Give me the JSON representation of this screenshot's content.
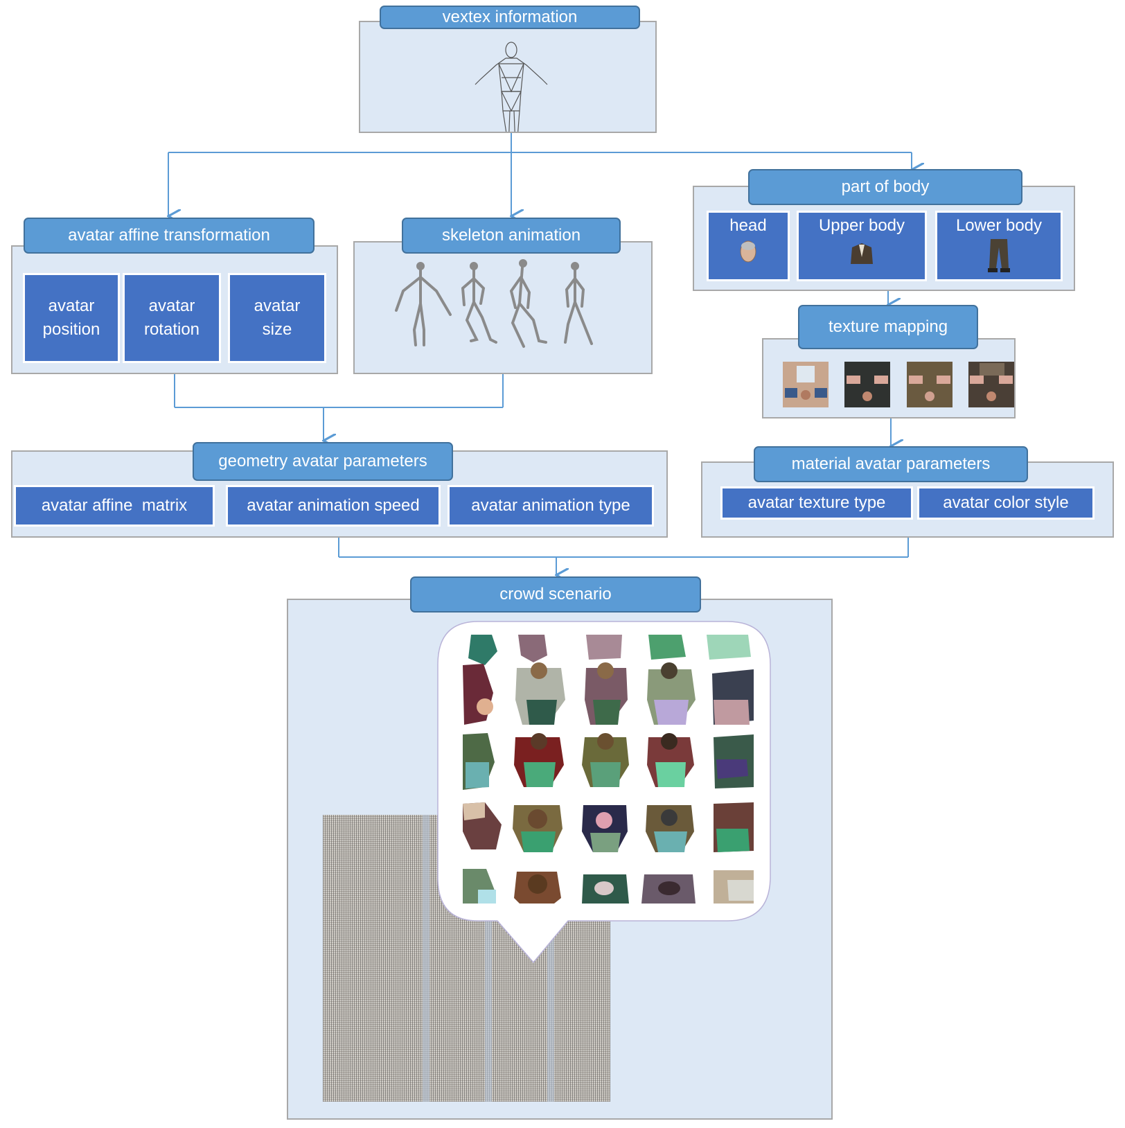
{
  "vertex": {
    "title": "vextex information"
  },
  "affine": {
    "title": "avatar affine transformation",
    "items": [
      "avatar\nposition",
      "avatar\nrotation",
      "avatar\nsize"
    ]
  },
  "skeleton": {
    "title": "skeleton animation"
  },
  "body": {
    "title": "part of body",
    "items": [
      "head",
      "Upper body",
      "Lower body"
    ]
  },
  "texture": {
    "title": "texture mapping"
  },
  "geometry": {
    "title": "geometry avatar parameters",
    "items": [
      "avatar affine  matrix",
      "avatar animation speed",
      "avatar animation type"
    ]
  },
  "material": {
    "title": "material avatar parameters",
    "items": [
      "avatar texture type",
      "avatar color style"
    ]
  },
  "crowd": {
    "title": "crowd scenario"
  },
  "colors": {
    "title_fill": "#5b9bd5",
    "box_fill": "#4472c4",
    "panel_fill": "#dde8f5",
    "connector": "#5b9bd5"
  }
}
